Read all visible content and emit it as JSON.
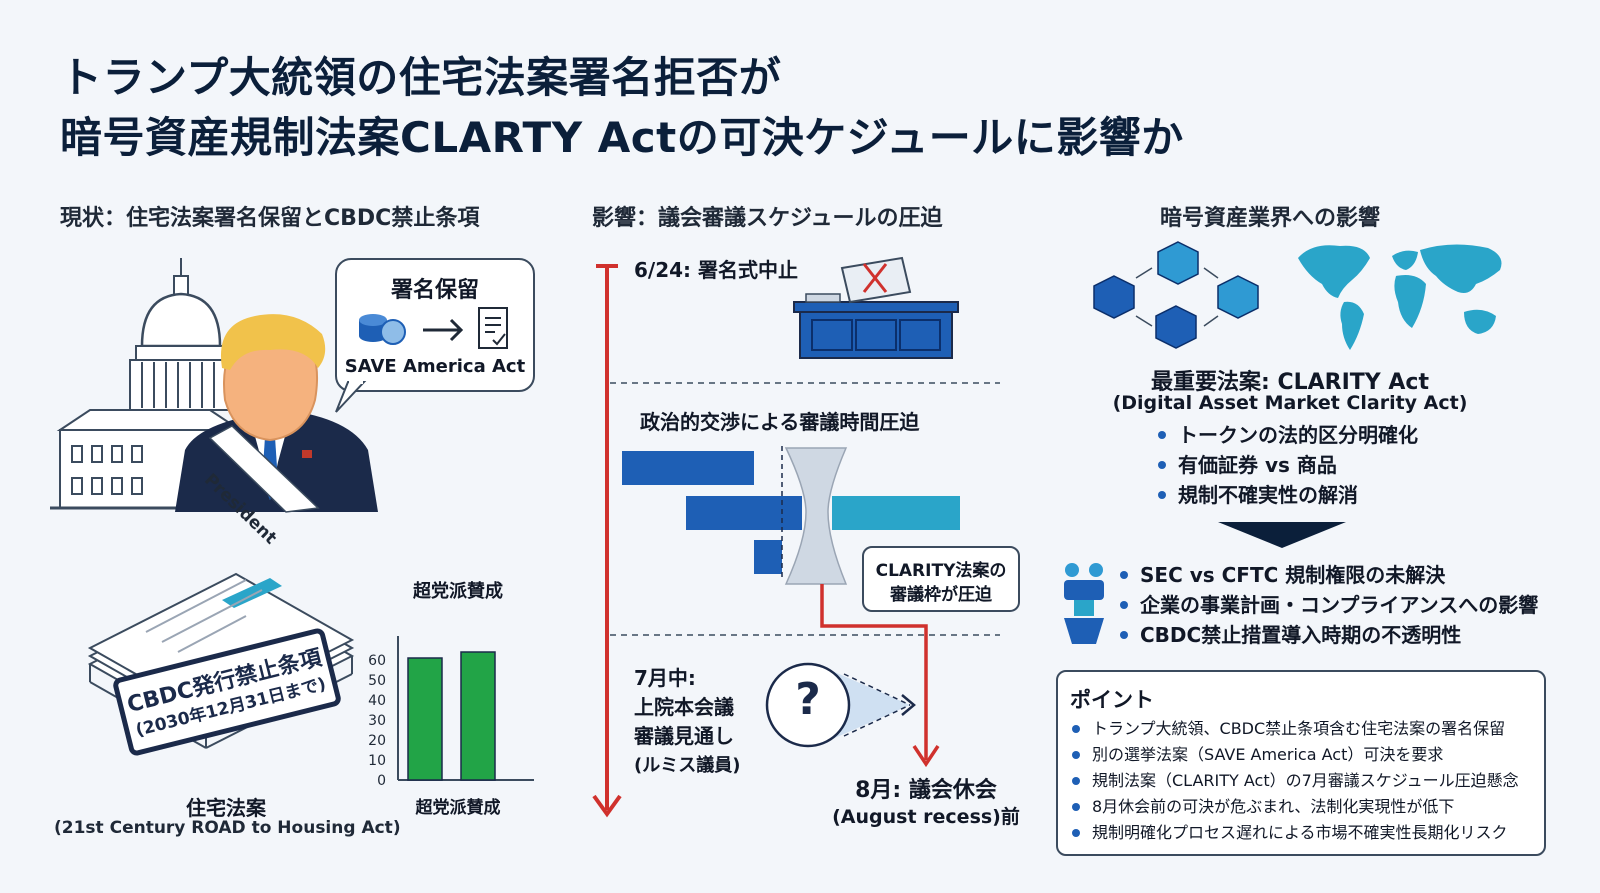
{
  "title": {
    "line1": "トランプ大統領の住宅法案署名拒否が",
    "line2": "暗号資産規制法案CLARTY Actの可決ケジュールに影響か"
  },
  "left": {
    "header": "現状：住宅法案署名保留とCBDC禁止条項",
    "bubble_title": "署名保留",
    "bubble_act": "SAVE America Act",
    "sash": "President",
    "stamp_line1": "CBDC発行禁止条項",
    "stamp_line2": "(2030年12月31日まで)",
    "bill_label1": "住宅法案",
    "bill_label2": "(21st Century ROAD to Housing Act)",
    "chart_title": "超党派賛成"
  },
  "chart_data": {
    "type": "bar",
    "title": "超党派賛成",
    "xlabel": "超党派賛成",
    "ylabel": "",
    "categories": [
      "",
      ""
    ],
    "values": [
      61,
      64
    ],
    "yticks": [
      "0",
      "10",
      "20",
      "30",
      "40",
      "50",
      "60"
    ],
    "ylim": [
      0,
      70
    ],
    "bar_color": "#22a447",
    "grid": false
  },
  "middle": {
    "header": "影響：議会審議スケジュールの圧迫",
    "event1": "6/24: 署名式中止",
    "event2": "政治的交渉による審議時間圧迫",
    "callout_line1": "CLARITY法案の",
    "callout_line2": "審議枠が圧迫",
    "july_line1": "7月中:",
    "july_line2": "上院本会議",
    "july_line3": "審議見通し",
    "july_line4": "(ルミス議員)",
    "question": "?",
    "aug_line1": "8月: 議会休会",
    "aug_line2": "(August recess)前"
  },
  "right": {
    "header": "暗号資産業界への影響",
    "act_line1": "最重要法案: CLARITY Act",
    "act_line2": "(Digital Asset Market Clarity Act)",
    "bullets": [
      "トークンの法的区分明確化",
      "有価証券 vs 商品",
      "規制不確実性の解消"
    ],
    "issues": [
      "SEC vs CFTC 規制権限の未解決",
      "企業の事業計画・コンプライアンスへの影響",
      "CBDC禁止措置導入時期の不透明性"
    ],
    "points_title": "ポイント",
    "points": [
      "トランプ大統領、CBDC禁止条項含む住宅法案の署名保留",
      "別の選挙法案（SAVE America Act）可決を要求",
      "規制法案（CLARITY Act）の7月審議スケジュール圧迫懸念",
      "8月休会前の可決が危ぶまれ、法制化実現性が低下",
      "規制明確化プロセス遅れによる市場不確実性長期化リスク"
    ]
  },
  "colors": {
    "title": "#0b1f3a",
    "accent_blue": "#1e5fb5",
    "red": "#d0312d",
    "green": "#22a447",
    "cyan": "#2aa5c9"
  },
  "icons": [
    "capitol-icon",
    "president-icon",
    "coins-icon",
    "arrow-right-icon",
    "document-check-icon",
    "desk-icon",
    "cancel-sign-icon",
    "question-icon",
    "blockchain-icon",
    "world-map-icon",
    "robot-person-icon",
    "down-triangle-icon"
  ]
}
